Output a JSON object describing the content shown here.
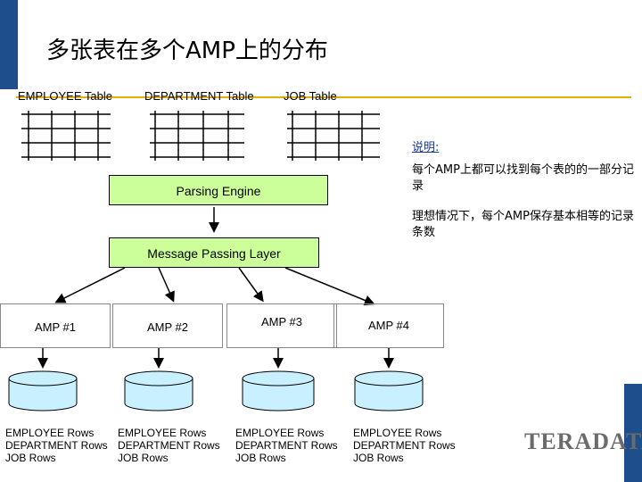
{
  "title": "多张表在多个AMP上的分布",
  "tables": [
    "EMPLOYEE Table",
    "DEPARTMENT Table",
    "JOB Table"
  ],
  "parsing_engine": "Parsing Engine",
  "message_layer": "Message Passing Layer",
  "amps": [
    {
      "label": "AMP #1",
      "rows": [
        "EMPLOYEE Rows",
        "DEPARTMENT Rows",
        "JOB Rows"
      ]
    },
    {
      "label": "AMP #2",
      "rows": [
        "EMPLOYEE Rows",
        "DEPARTMENT Rows",
        "JOB Rows"
      ]
    },
    {
      "label": "AMP #3",
      "rows": [
        "EMPLOYEE Rows",
        "DEPARTMENT Rows",
        "JOB Rows"
      ]
    },
    {
      "label": "AMP #4",
      "rows": [
        "EMPLOYEE Rows",
        "DEPARTMENT Rows",
        "JOB Rows"
      ]
    }
  ],
  "notes": {
    "title": "说明:",
    "line1": "每个AMP上都可以找到每个表的的一部分记录",
    "line2": "理想情况下，每个AMP保存基本相等的记录条数"
  },
  "logo": "TERADATA",
  "colors": {
    "box_fill": "#ccff99",
    "accent_bar": "#1f4e8c",
    "rule": "#e0b000",
    "note_link": "#1a3a9c",
    "disk_fill": "#c8f0ff"
  }
}
